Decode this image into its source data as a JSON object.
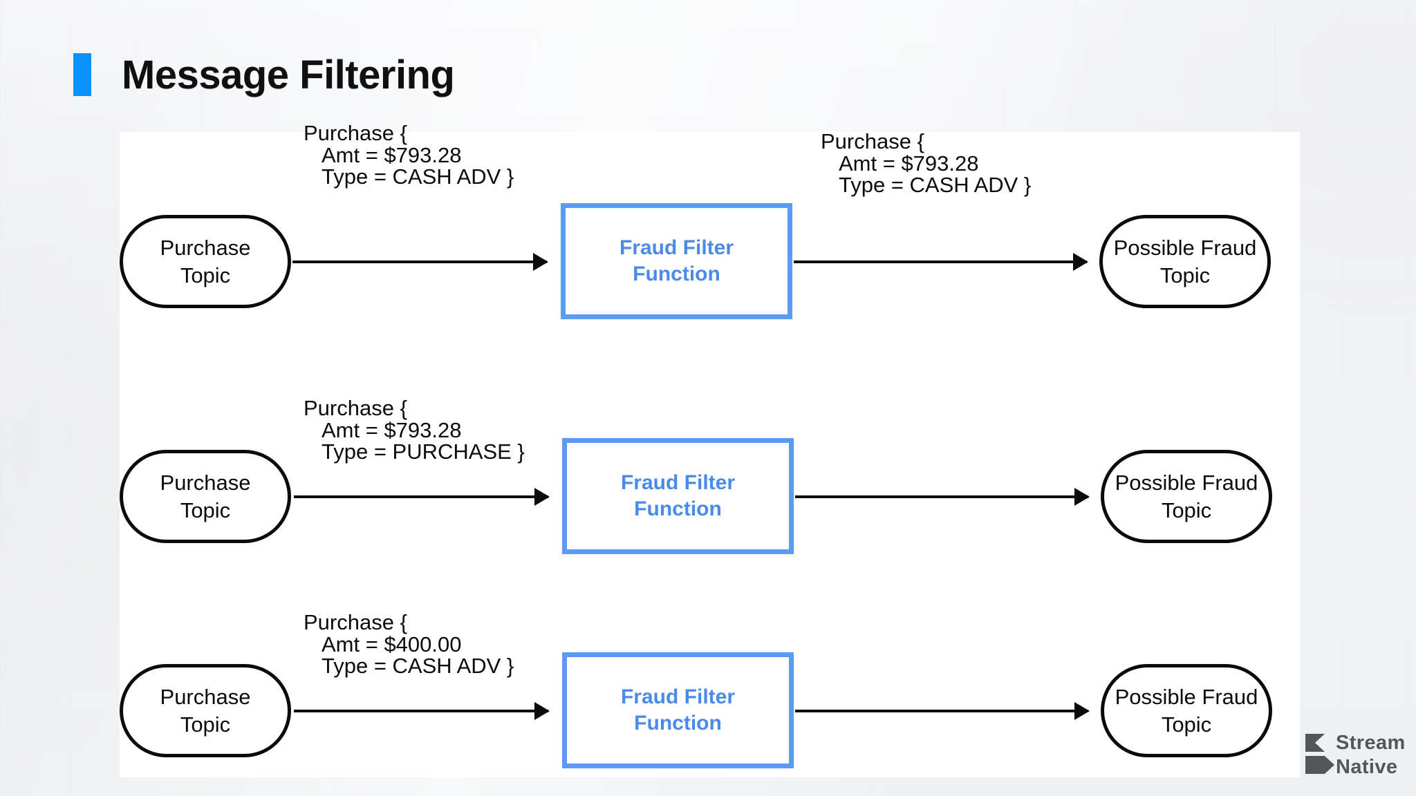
{
  "slide": {
    "title": "Message Filtering",
    "accent_color": "#0a93ff",
    "panel_background": "#ffffff",
    "background_color": "#f4f5f7"
  },
  "diagram": {
    "type": "flow",
    "node_colors": {
      "topic_border": "#0b0b0b",
      "function_border": "#5b9bf0",
      "function_text": "#4a8ae8",
      "arrow": "#0b0b0b"
    },
    "rows": [
      {
        "source_topic": "Purchase\nTopic",
        "source_topic_line1": "Purchase",
        "source_topic_line2": "Topic",
        "input_message": {
          "line1": "Purchase {",
          "line2": "Amt = $793.28",
          "line3": "Type = CASH ADV }"
        },
        "function": {
          "line1": "Fraud Filter",
          "line2": "Function"
        },
        "output_message": {
          "line1": "Purchase {",
          "line2": "Amt = $793.28",
          "line3": "Type = CASH ADV }"
        },
        "sink_topic_line1": "Possible Fraud",
        "sink_topic_line2": "Topic"
      },
      {
        "source_topic_line1": "Purchase",
        "source_topic_line2": "Topic",
        "input_message": {
          "line1": "Purchase {",
          "line2": "Amt = $793.28",
          "line3": "Type = PURCHASE }"
        },
        "function": {
          "line1": "Fraud Filter",
          "line2": "Function"
        },
        "output_message": {
          "line1": "",
          "line2": "",
          "line3": ""
        },
        "sink_topic_line1": "Possible Fraud",
        "sink_topic_line2": "Topic"
      },
      {
        "source_topic_line1": "Purchase",
        "source_topic_line2": "Topic",
        "input_message": {
          "line1": "Purchase {",
          "line2": "Amt = $400.00",
          "line3": "Type = CASH ADV }"
        },
        "function": {
          "line1": "Fraud Filter",
          "line2": "Function"
        },
        "output_message": {
          "line1": "",
          "line2": "",
          "line3": ""
        },
        "sink_topic_line1": "Possible Fraud",
        "sink_topic_line2": "Topic"
      }
    ]
  },
  "logo": {
    "line1": "Stream",
    "line2": "Native",
    "color": "#55565a"
  }
}
